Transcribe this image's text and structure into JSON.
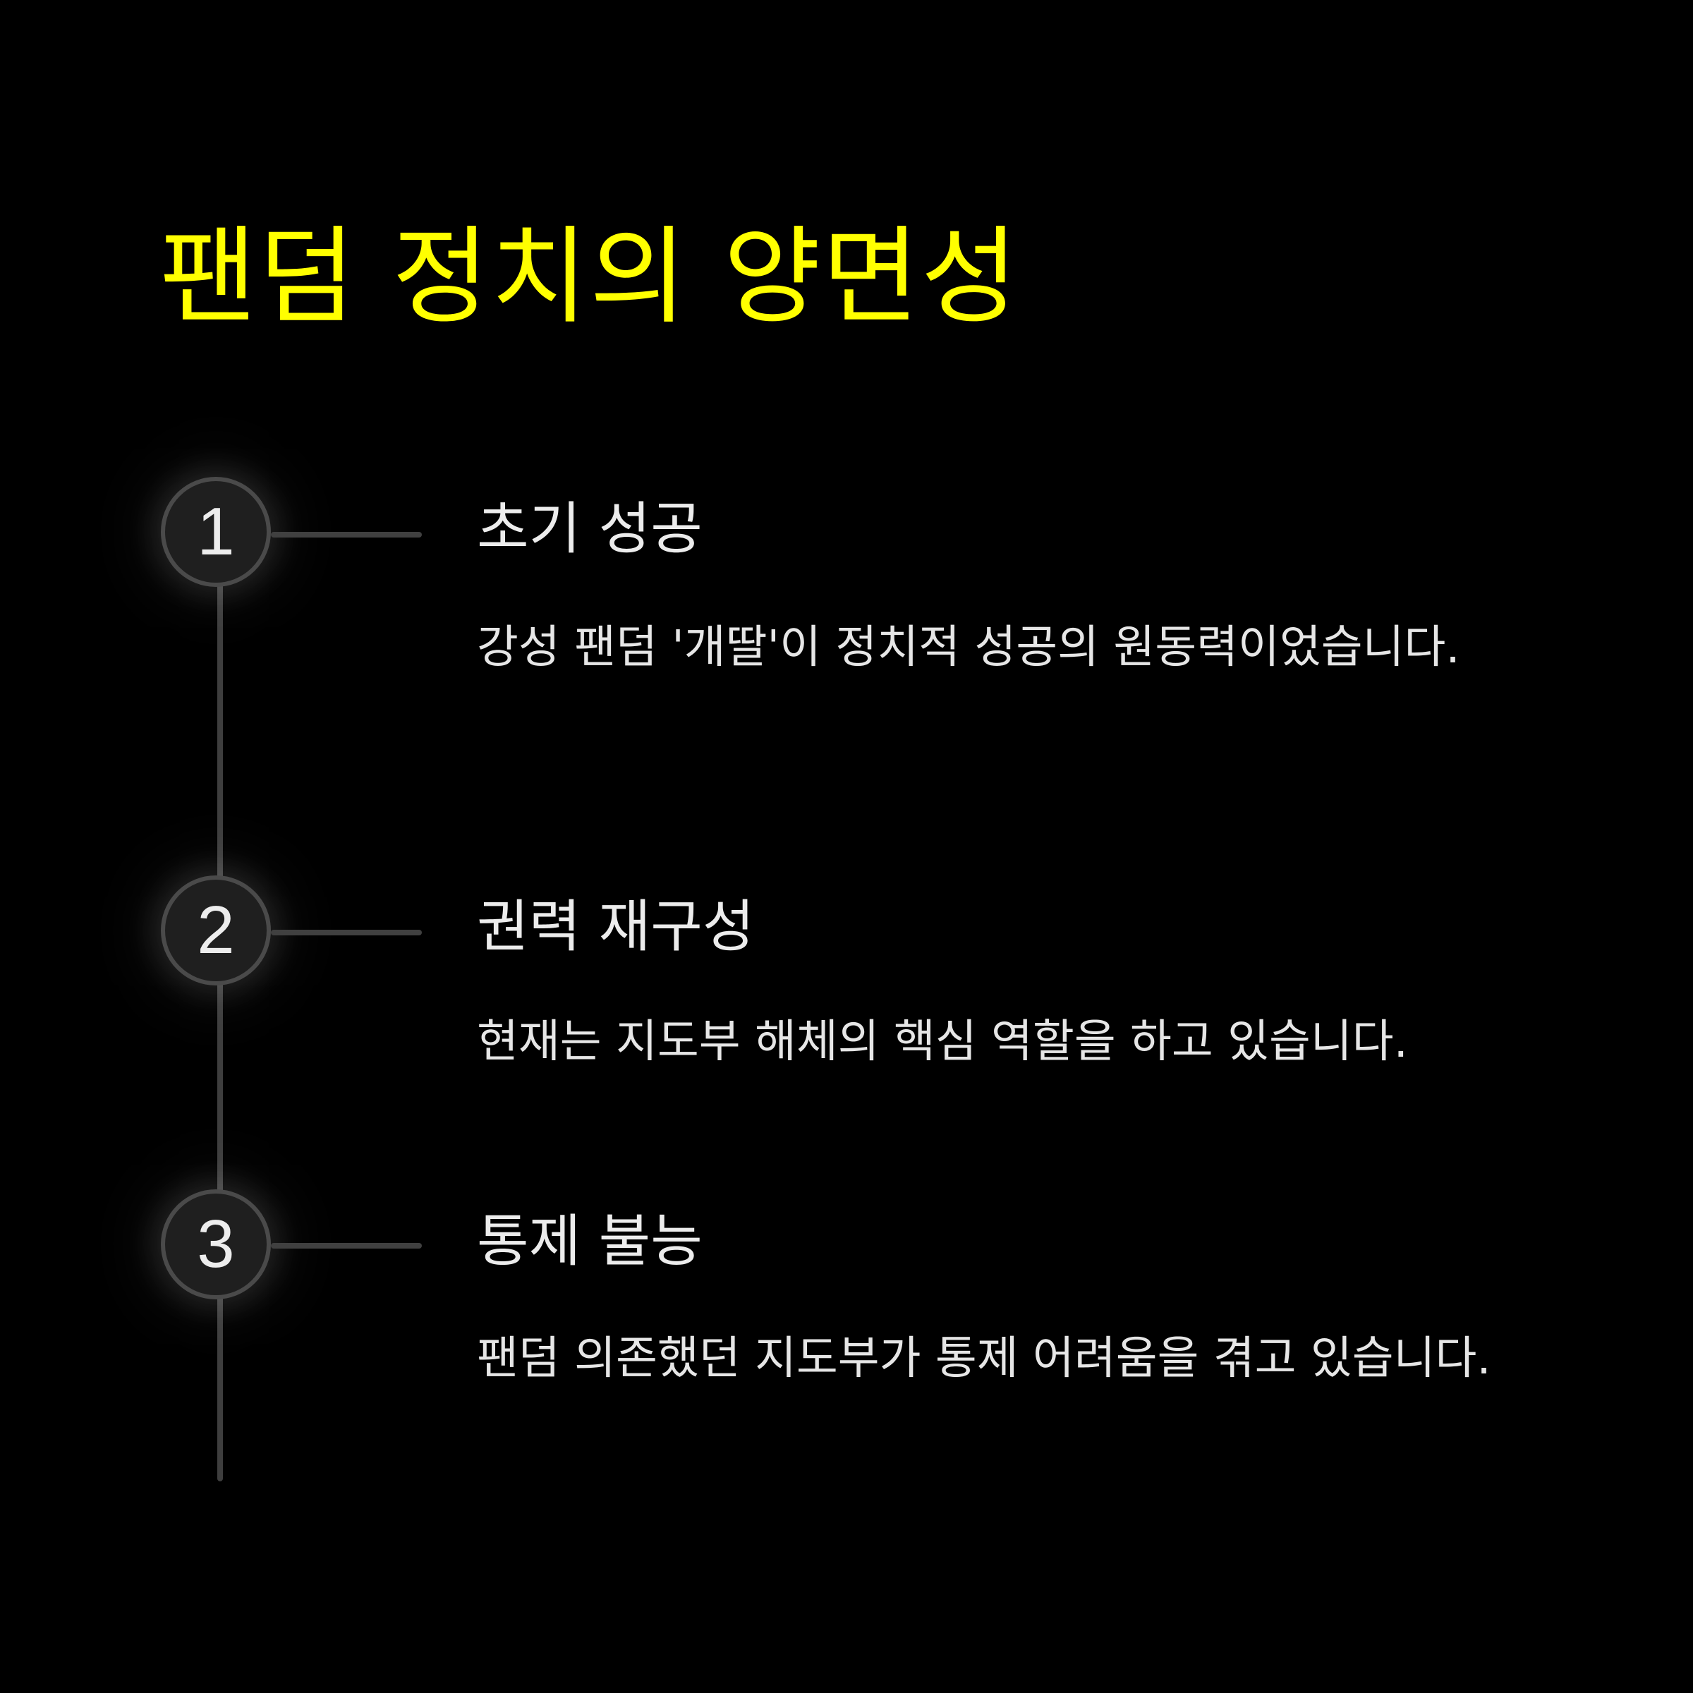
{
  "title": "팬덤 정치의 양면성",
  "colors": {
    "background": "#000000",
    "title": "#ffff00",
    "text": "#ececec",
    "timeline": "#3e3e3e",
    "marker_fill": "#1f1f1f",
    "marker_border": "#4a4a4a"
  },
  "timeline": {
    "items": [
      {
        "number": "1",
        "heading": "초기 성공",
        "description": "강성 팬덤 '개딸'이 정치적 성공의 원동력이었습니다."
      },
      {
        "number": "2",
        "heading": "권력 재구성",
        "description": "현재는 지도부 해체의 핵심 역할을 하고 있습니다."
      },
      {
        "number": "3",
        "heading": "통제 불능",
        "description": "팬덤 의존했던 지도부가 통제 어려움을 겪고 있습니다."
      }
    ]
  }
}
